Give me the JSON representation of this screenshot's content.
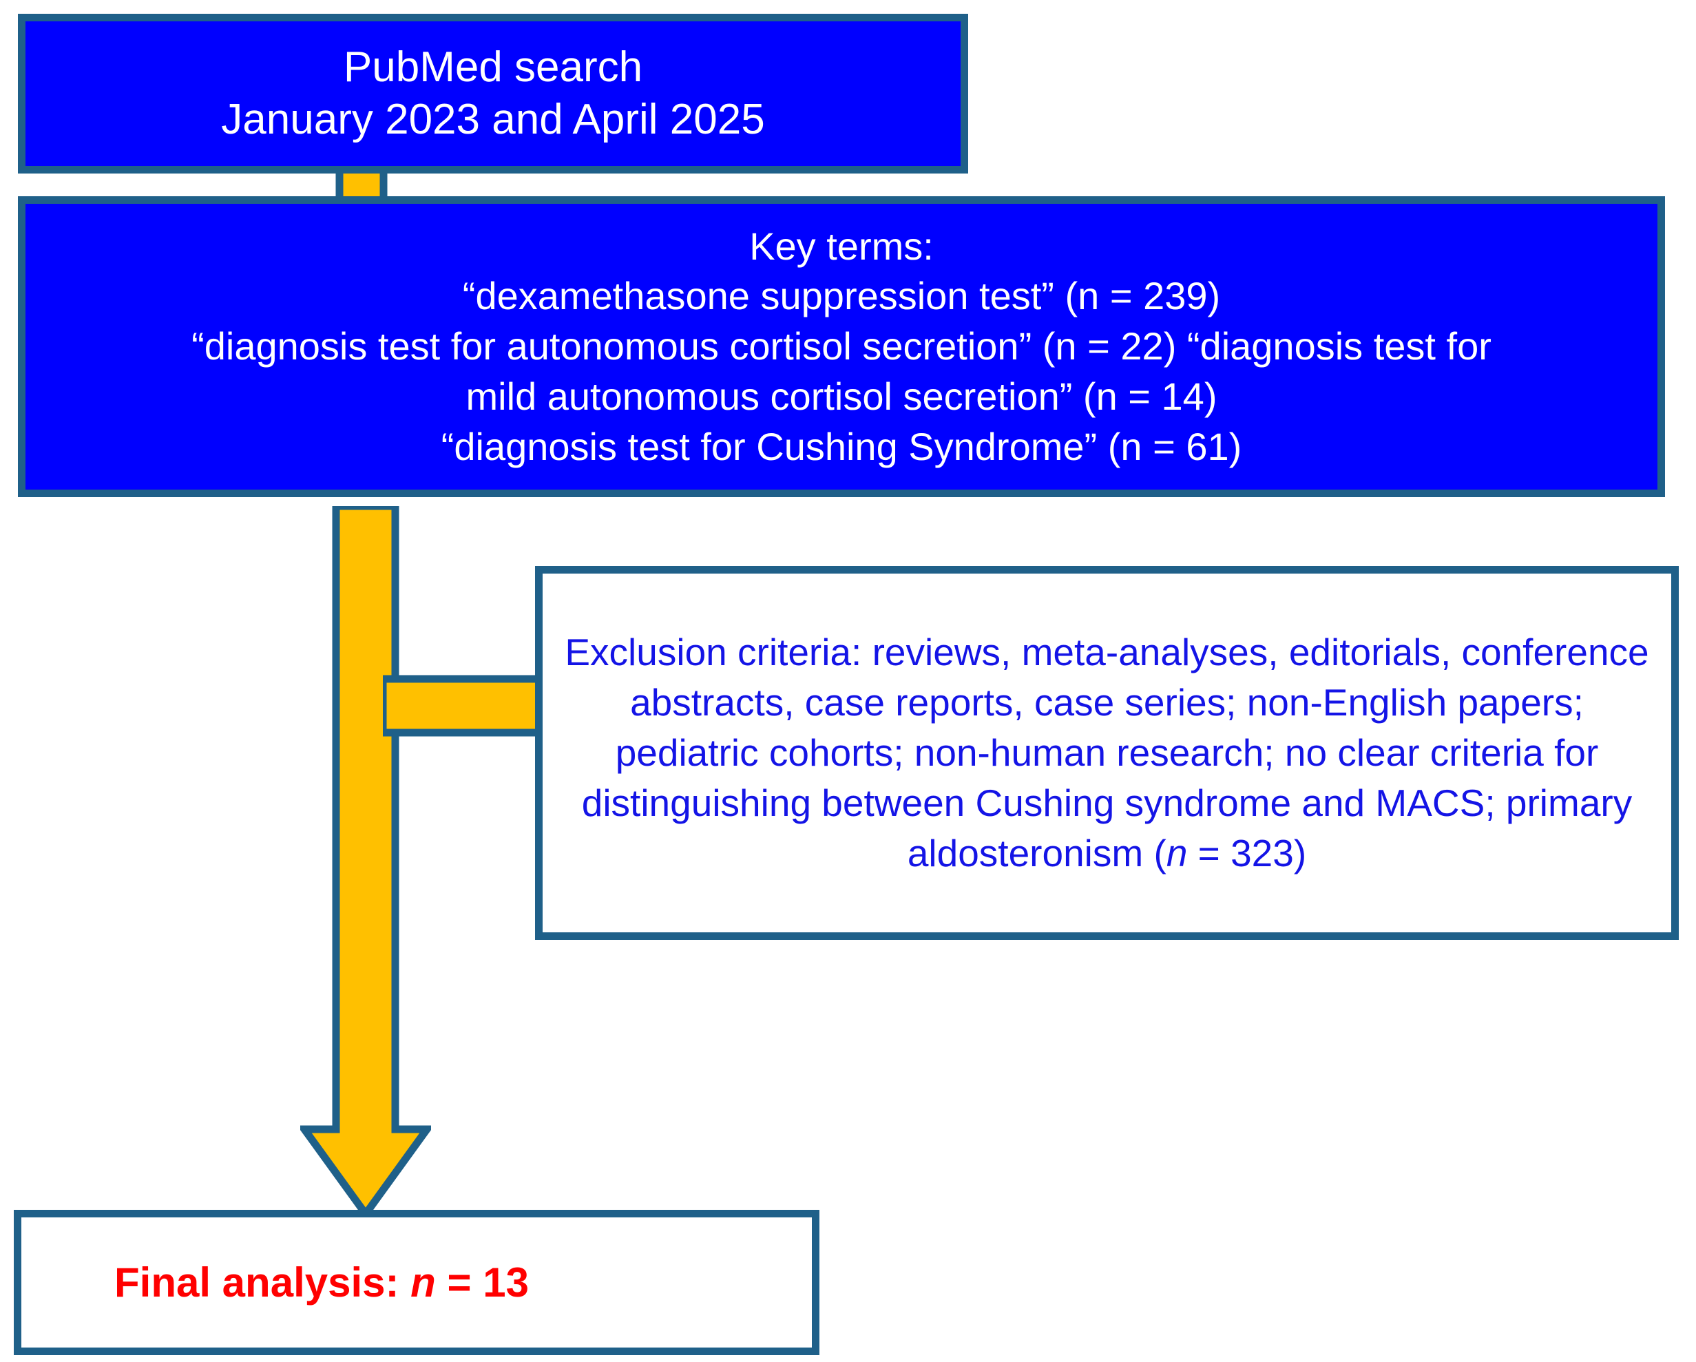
{
  "figure": {
    "type": "flowchart",
    "title": "PRISMA-style literature selection flow diagram",
    "colors": {
      "box_border": "#1F6089",
      "box_fill_blue": "#0000FF",
      "box_fill_white": "#FFFFFF",
      "text_on_blue": "#FFFFFF",
      "text_blue": "#1414E6",
      "text_red": "#FF0000",
      "arrow_fill": "#FFC000",
      "arrow_border": "#1F6089"
    }
  },
  "nodes": {
    "search": {
      "name": "PubMed search",
      "line1": "PubMed search",
      "line2": "January 2023 and April 2025"
    },
    "key_terms": {
      "heading": "Key terms:",
      "line1": "“dexamethasone suppression test” (n = 239)",
      "line2": "“diagnosis test for autonomous cortisol secretion” (n = 22) “diagnosis test for",
      "line3": "mild autonomous cortisol secretion” (n = 14)",
      "line4": "“diagnosis test for Cushing Syndrome” (n = 61)",
      "terms": [
        {
          "term": "dexamethasone suppression test",
          "n": 239
        },
        {
          "term": "diagnosis test for autonomous cortisol secretion",
          "n": 22
        },
        {
          "term": "diagnosis test for mild autonomous cortisol secretion",
          "n": 14
        },
        {
          "term": "diagnosis test for Cushing Syndrome",
          "n": 61
        }
      ]
    },
    "exclusion": {
      "body": "Exclusion criteria: reviews, meta-analyses, editorials, conference abstracts, case reports, case series; non-English papers; pediatric cohorts; non-human research; no clear criteria for distinguishing between Cushing syndrome and MACS; primary aldosteronism",
      "count_prefix": "(",
      "count_italic": "n",
      "count_suffix": " = 323)",
      "n": 323,
      "criteria": [
        "reviews",
        "meta-analyses",
        "editorials",
        "conference abstracts",
        "case reports",
        "case series",
        "non-English papers",
        "pediatric cohorts",
        "non-human research",
        "no clear criteria for distinguishing between Cushing syndrome and MACS",
        "primary aldosteronism"
      ]
    },
    "final": {
      "label": "Final analysis:",
      "italic_n": "n",
      "value": " = 13",
      "n": 13
    }
  },
  "connectors": {
    "search_to_keyterms": "down-arrow-small",
    "keyterms_to_final": "down-arrow-large",
    "keyterms_to_exclusion": "right-arrow-branch"
  }
}
